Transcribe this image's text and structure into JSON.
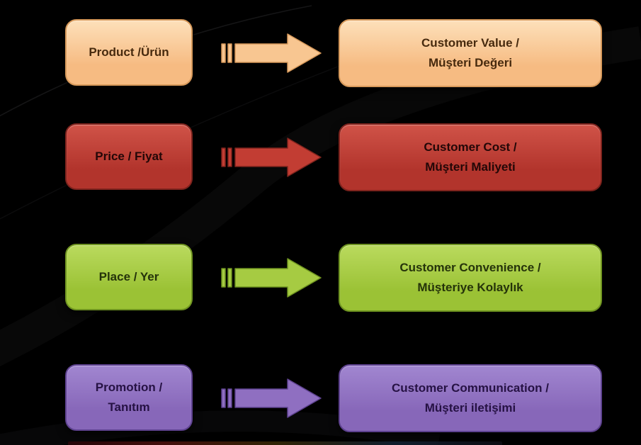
{
  "slide": {
    "background_color": "#000000",
    "rows": [
      {
        "left_label": "Product /Ürün",
        "right_label": "Customer Value /\nMüşteri Değeri",
        "colors": {
          "fill_top": "#fde0ba",
          "fill_bottom": "#f6bb82",
          "border": "#d7995a",
          "arrow_fill": "#f8c691",
          "arrow_border": "#d7995a",
          "text": "#472a0e"
        }
      },
      {
        "left_label": "Price / Fiyat",
        "right_label": "Customer Cost /\nMüşteri Maliyeti",
        "colors": {
          "fill_top": "#d05348",
          "fill_bottom": "#b2342c",
          "border": "#7e231d",
          "arrow_fill": "#c23d33",
          "arrow_border": "#7e231d",
          "text": "#230707"
        }
      },
      {
        "left_label": "Place / Yer",
        "right_label": "Customer Convenience /\nMüşteriye Kolaylık",
        "colors": {
          "fill_top": "#bada5e",
          "fill_bottom": "#9bc235",
          "border": "#6f9420",
          "arrow_fill": "#a6cb42",
          "arrow_border": "#6f9420",
          "text": "#25330a"
        }
      },
      {
        "left_label": "Promotion /\nTanıtım",
        "right_label": "Customer Communication /\nMüşteri iletişimi",
        "colors": {
          "fill_top": "#a habit",
          "fill_bottom": "#8767b9",
          "border": "#5e4290",
          "arrow_fill": "#8f6fc1",
          "arrow_border": "#5e4290",
          "text": "#261244"
        }
      }
    ]
  }
}
